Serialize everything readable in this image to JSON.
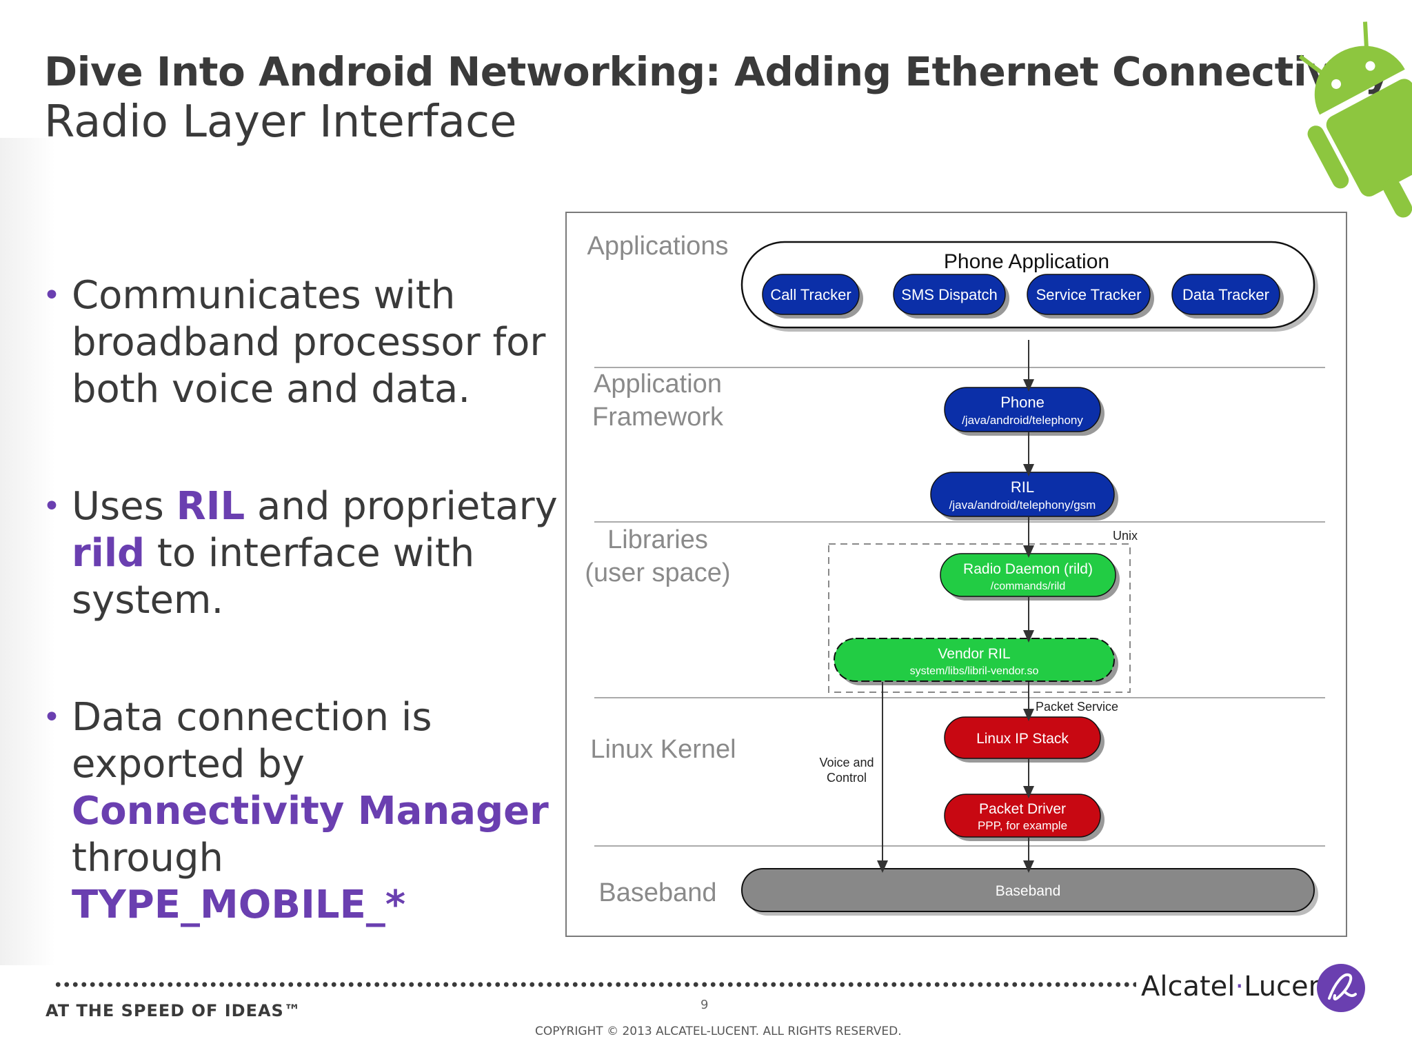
{
  "header": {
    "title": "Dive Into Android Networking: Adding Ethernet Connectivity",
    "subtitle": "Radio Layer Interface"
  },
  "bullets": {
    "b1_text": "Communicates with broadband processor for both voice and data.",
    "b2_pre": "Uses ",
    "b2_hl1": "RIL",
    "b2_mid": " and proprietary ",
    "b2_hl2": "rild",
    "b2_post": " to interface with system.",
    "b3_pre": "Data connection is exported by ",
    "b3_hl1": "Connectivity Manager",
    "b3_mid": " through ",
    "b3_hl2": "TYPE_MOBILE_*"
  },
  "diagram": {
    "layers": {
      "applications": "Applications",
      "framework_1": "Application",
      "framework_2": "Framework",
      "libraries_1": "Libraries",
      "libraries_2": "(user space)",
      "kernel": "Linux Kernel",
      "baseband": "Baseband"
    },
    "phone_application": "Phone Application",
    "apps": {
      "call_tracker": "Call Tracker",
      "sms_dispatch": "SMS Dispatch",
      "service_tracker": "Service Tracker",
      "data_tracker": "Data Tracker"
    },
    "phone": {
      "title": "Phone",
      "path": "/java/android/telephony"
    },
    "ril": {
      "title": "RIL",
      "path": "/java/android/telephony/gsm"
    },
    "unix_label": "Unix",
    "rild": {
      "title": "Radio Daemon (rild)",
      "path": "/commands/rild"
    },
    "vendor_ril": {
      "title": "Vendor RIL",
      "path": "system/libs/libril-vendor.so"
    },
    "packet_service": "Packet Service",
    "voice_control_1": "Voice and",
    "voice_control_2": "Control",
    "ip_stack": "Linux IP Stack",
    "packet_driver": {
      "title": "Packet Driver",
      "sub": "PPP, for example"
    },
    "baseband_box": "Baseband"
  },
  "footer": {
    "tagline": "AT THE SPEED OF IDEAS™",
    "brand_1": "Alcatel",
    "brand_dot": "·",
    "brand_2": "Lucent",
    "page_number": "9",
    "copyright": "COPYRIGHT © 2013 ALCATEL-LUCENT.  ALL RIGHTS RESERVED."
  },
  "colors": {
    "accent_purple": "#6a3fb0",
    "blue_box": "#0b2fa8",
    "green_box": "#22cc44",
    "red_box": "#c80812",
    "gray_box": "#888888",
    "android_green": "#8dc63f"
  }
}
